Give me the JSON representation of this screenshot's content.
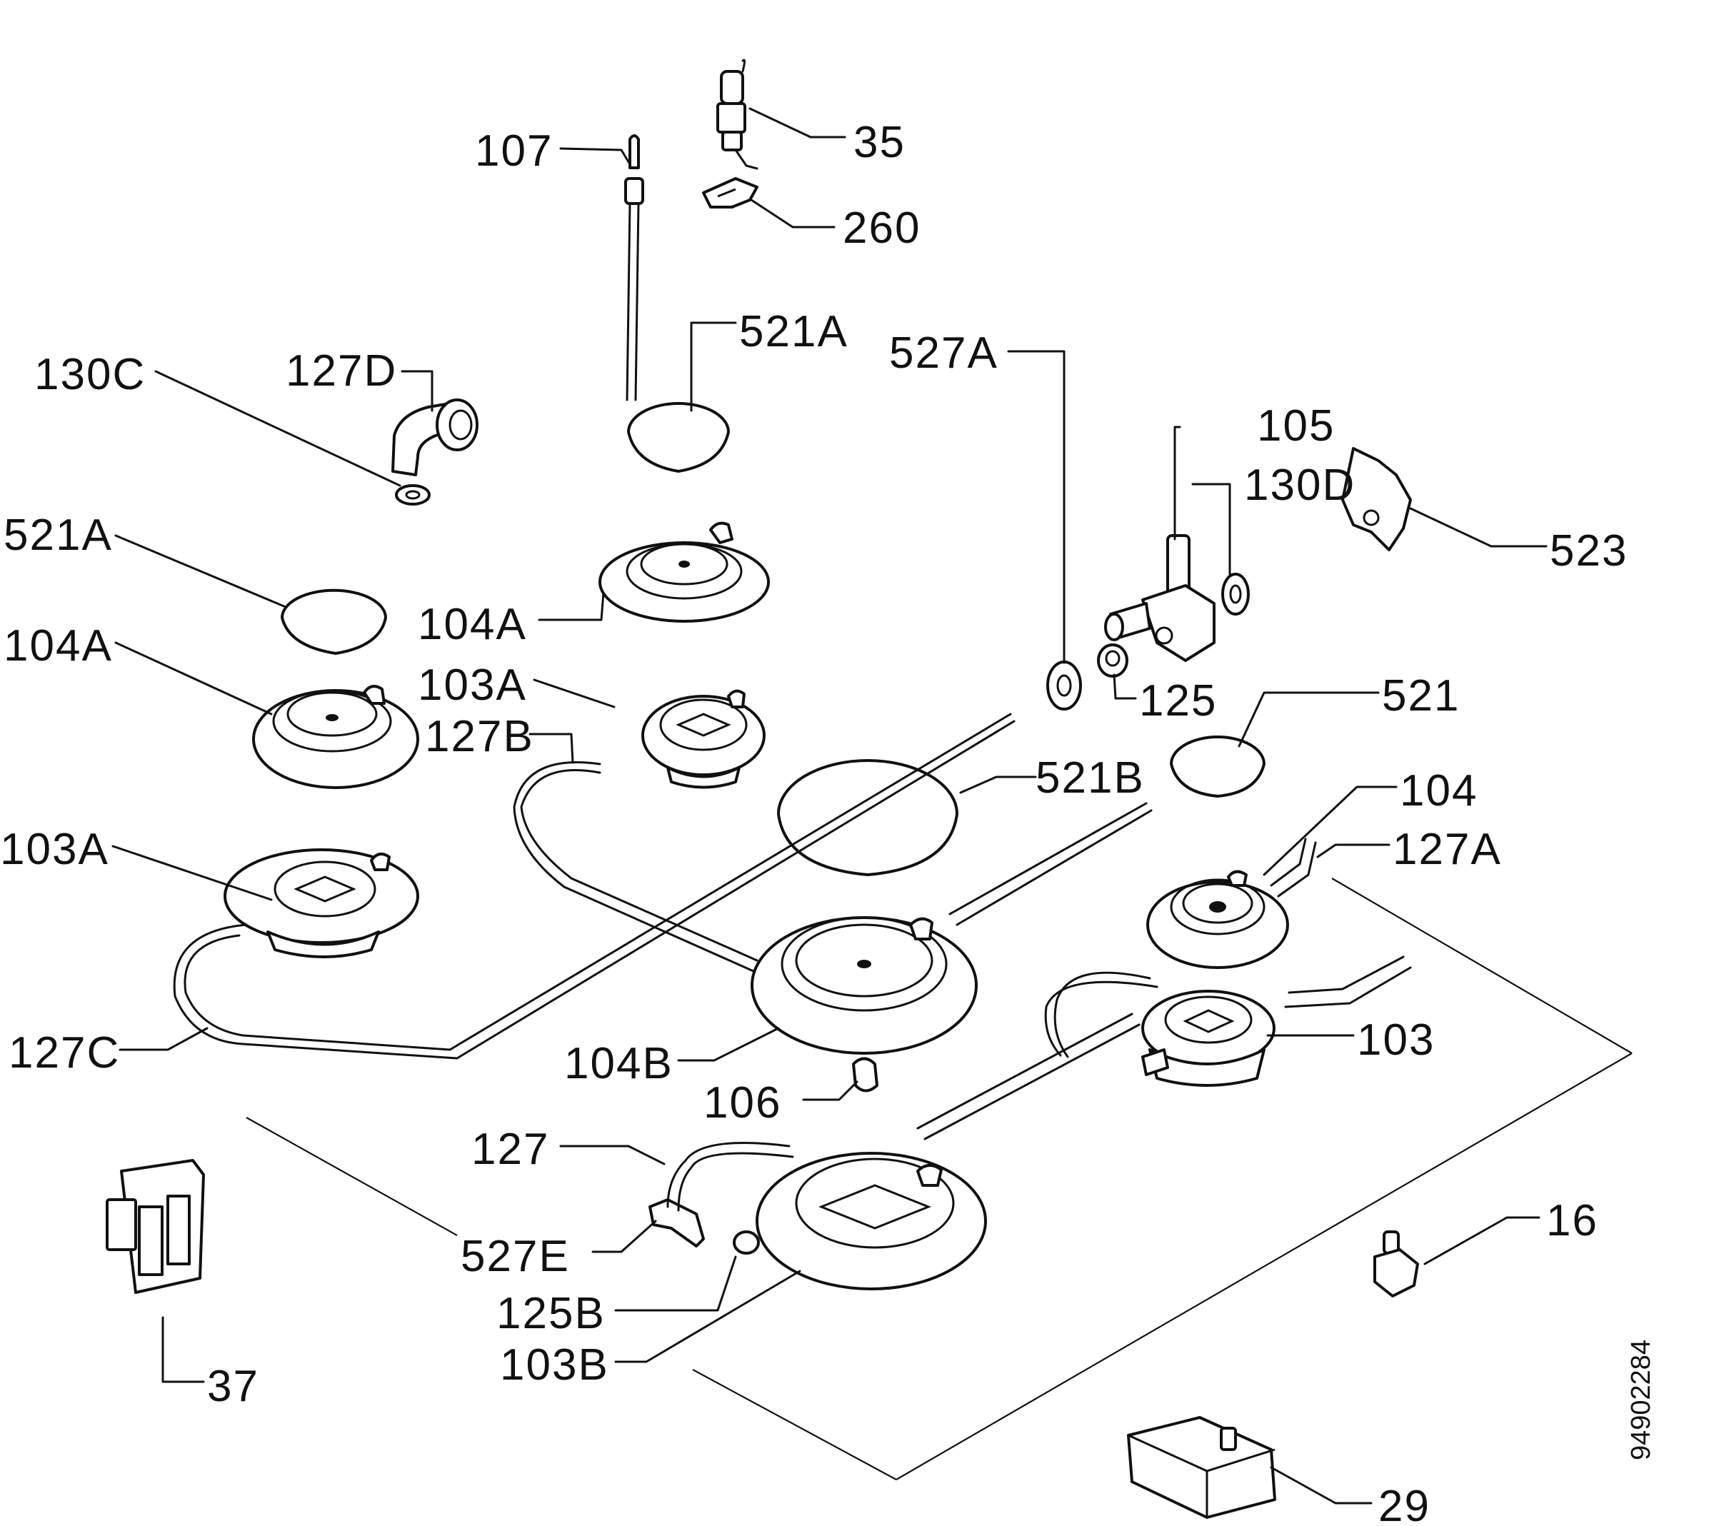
{
  "labels": {
    "l107": "107",
    "l35": "35",
    "l260": "260",
    "l521A_top": "521A",
    "l527A": "527A",
    "l130C": "130C",
    "l127D": "127D",
    "l105": "105",
    "l130D": "130D",
    "l523": "523",
    "l521A_left": "521A",
    "l104A_mid": "104A",
    "l104A_left": "104A",
    "l103A_mid": "103A",
    "l125": "125",
    "l521": "521",
    "l127B": "127B",
    "l521B": "521B",
    "l104": "104",
    "l103A_left": "103A",
    "l127A": "127A",
    "l127C": "127C",
    "l104B": "104B",
    "l103": "103",
    "l106": "106",
    "l127": "127",
    "l527E": "527E",
    "l125B": "125B",
    "l103B": "103B",
    "l16": "16",
    "l37": "37",
    "l29": "29",
    "drawing_code": "94902284"
  }
}
